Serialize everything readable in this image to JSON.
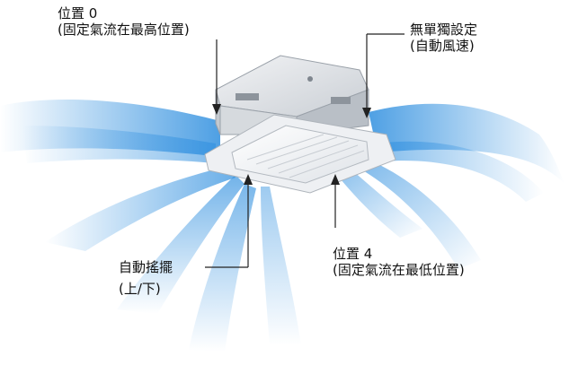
{
  "labels": {
    "pos0": {
      "line1": "位置 0",
      "line2": "(固定氣流在最高位置)"
    },
    "no_individual": {
      "line1": "無單獨設定",
      "line2": "(自動風速)"
    },
    "auto_swing": {
      "line1": "自動搖擺",
      "line2": "(上/下)"
    },
    "pos4": {
      "line1": "位置 4",
      "line2": "(固定氣流在最低位置)"
    }
  },
  "colors": {
    "airflow": "#2f8fdf",
    "unit_body": "#e3e6ea",
    "panel": "#f4f5f7",
    "leader_line": "#222222",
    "text": "#111111"
  },
  "icons": [
    "airflow-wave",
    "cassette-ac-unit",
    "arrow-down"
  ]
}
